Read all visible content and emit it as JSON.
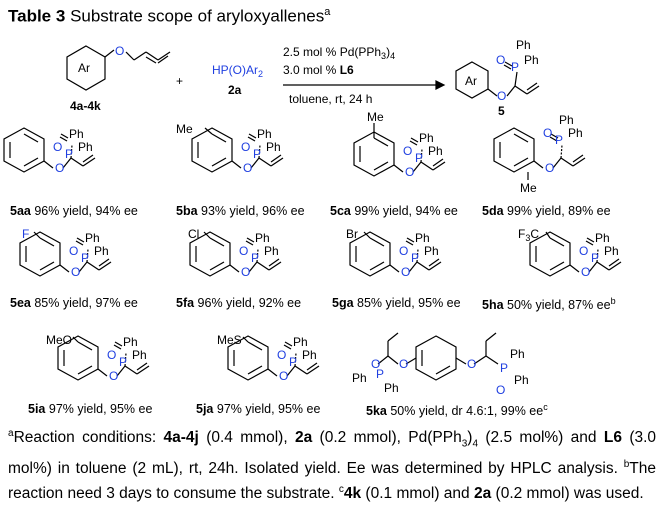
{
  "table": {
    "label": "Table 3",
    "title": "Substrate scope of aryloxyallenes",
    "title_mark": "a"
  },
  "scheme": {
    "substrate_label": "4a-4k",
    "plus": "+",
    "reagent": "HP(O)Ar",
    "reagent_sub": "2",
    "reagent_label": "2a",
    "cond1": "2.5 mol % Pd(PPh",
    "cond1_sub": "3",
    "cond1_end": ")",
    "cond1_sub2": "4",
    "cond2_pre": "3.0 mol % ",
    "cond2_bold": "L6",
    "cond3": "toluene, rt, 24 h",
    "product_label": "5",
    "ar": "Ar"
  },
  "products": [
    {
      "id": "5aa",
      "text": " 96% yield, 94% ee",
      "sup": ""
    },
    {
      "id": "5ba",
      "text": " 93% yield, 96% ee",
      "sup": ""
    },
    {
      "id": "5ca",
      "text": " 99% yield, 94% ee",
      "sup": ""
    },
    {
      "id": "5da",
      "text": " 99% yield, 89% ee",
      "sup": ""
    },
    {
      "id": "5ea",
      "text": " 85% yield, 97% ee",
      "sup": ""
    },
    {
      "id": "5fa",
      "text": " 96% yield, 92% ee",
      "sup": ""
    },
    {
      "id": "5ga",
      "text": " 85% yield, 95% ee",
      "sup": ""
    },
    {
      "id": "5ha",
      "text": "  50% yield, 87% ee",
      "sup": "b"
    },
    {
      "id": "5ia",
      "text": " 97% yield, 95% ee",
      "sup": ""
    },
    {
      "id": "5ja",
      "text": " 97% yield, 95% ee",
      "sup": ""
    },
    {
      "id": "5ka",
      "text": "  50% yield, dr 4.6:1, 99% ee",
      "sup": "c"
    }
  ],
  "atoms": {
    "ph": "Ph",
    "o": "O",
    "p": "P",
    "me": "Me",
    "f": "F",
    "cl": "Cl",
    "br": "Br",
    "f3c": "F",
    "f3c_sub": "3",
    "f3c_end": "C",
    "meo": "MeO",
    "mes": "MeS"
  },
  "footnote": {
    "mark_a": "a",
    "t1": "Reaction conditions: ",
    "b1": "4a-4j",
    "t2": " (0.4 mmol), ",
    "b2": "2a",
    "t3": " (0.2 mmol), Pd(PPh",
    "s1": "3",
    "t4": ")",
    "s2": "4",
    "t5": " (2.5 mol%) and ",
    "b3": "L6",
    "t6": " (3.0 mol%) in toluene (2 mL), rt, 24h. Isolated yield. Ee was determined by HPLC analysis. ",
    "mark_b": "b",
    "t7": "The reaction need 3 days to consume the substrate. ",
    "mark_c": "c",
    "b4": "4k",
    "t8": " (0.1 mmol) and ",
    "b5": "2a",
    "t9": " (0.2 mmol) was used."
  },
  "colors": {
    "heteroatom": "#1f3fe0",
    "text": "#000000"
  }
}
